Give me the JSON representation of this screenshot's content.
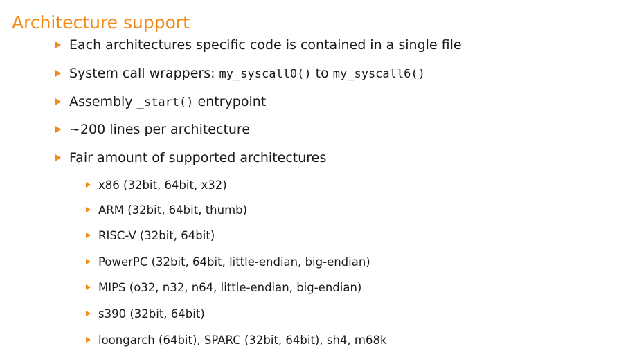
{
  "slide": {
    "title": "Architecture support",
    "bullets": [
      {
        "text": "Each architectures specific code is contained in a single file"
      },
      {
        "prefix": "System call wrappers: ",
        "code1": "my_syscall0()",
        "middle": " to ",
        "code2": "my_syscall6()"
      },
      {
        "prefix": "Assembly ",
        "code1": "_start()",
        "suffix": " entrypoint"
      },
      {
        "text": "~200 lines per architecture"
      },
      {
        "text": "Fair amount of supported architectures",
        "subitems": [
          "x86 (32bit, 64bit, x32)",
          "ARM (32bit, 64bit, thumb)",
          "RISC-V (32bit, 64bit)",
          "PowerPC (32bit, 64bit, little-endian, big-endian)",
          "MIPS (o32, n32, n64, little-endian, big-endian)",
          "s390 (32bit, 64bit)",
          "loongarch (64bit), SPARC (32bit, 64bit), sh4, m68k"
        ]
      }
    ],
    "colors": {
      "accent": "#f08a1c",
      "text": "#1a1a1a",
      "background": "#ffffff"
    },
    "icons": {
      "bullet": "triangle-bullet-icon"
    }
  }
}
